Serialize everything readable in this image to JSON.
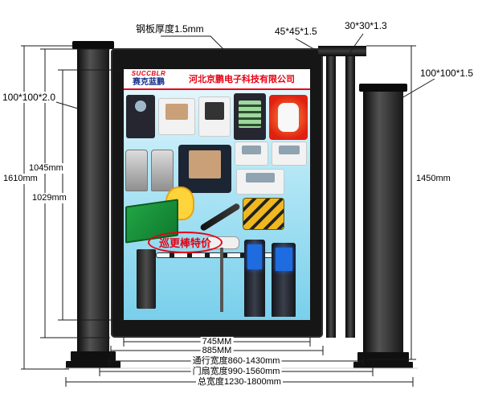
{
  "annotations": {
    "steel_thickness": "钢板厚度1.5mm",
    "frame_tube_spec": "45*45*1.5",
    "slat_tube_spec": "30*30*1.3",
    "right_post_spec": "100*100*1.5",
    "left_post_spec": "100*100*2.0"
  },
  "dimensions": {
    "total_height": "1610mm",
    "door_leaf_height": "1045mm",
    "poster_height": "1029mm",
    "right_height": "1450mm",
    "poster_width": "745MM",
    "door_leaf_width": "885MM",
    "passage_width_range": "通行宽度860-1430mm",
    "door_leaf_width_range": "门扇宽度990-1560mm",
    "total_width_range": "总宽度1230-1800mm"
  },
  "poster": {
    "brand_en": "SUCCBLR",
    "brand_cn": "赛克蓝鹏",
    "company": "河北京鹏电子科技有限公司",
    "promo": "巡更棒特价"
  },
  "colors": {
    "accent_red": "#e60012",
    "brand_blue": "#17328c",
    "poster_sky": "#9bdef2",
    "structure_black": "#141414"
  }
}
